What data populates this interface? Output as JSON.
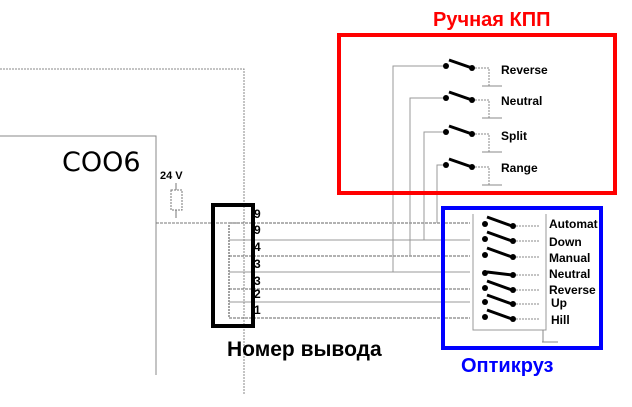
{
  "unit": {
    "name": "COO6",
    "supply_voltage": "24 V"
  },
  "connector": {
    "caption": "Номер вывода",
    "pins": [
      "9",
      "9",
      "4",
      "3",
      "3",
      "2",
      "1"
    ]
  },
  "manual_gearbox": {
    "title": "Ручная КПП",
    "frame_color": "#ff0000",
    "switches": [
      "Reverse",
      "Neutral",
      "Split",
      "Range"
    ]
  },
  "opticruise": {
    "title": "Оптикруз",
    "frame_color": "#0000ff",
    "switches": [
      "Automat",
      "Down",
      "Manual",
      "Neutral",
      "Reverse",
      "Up",
      "Hill"
    ]
  }
}
